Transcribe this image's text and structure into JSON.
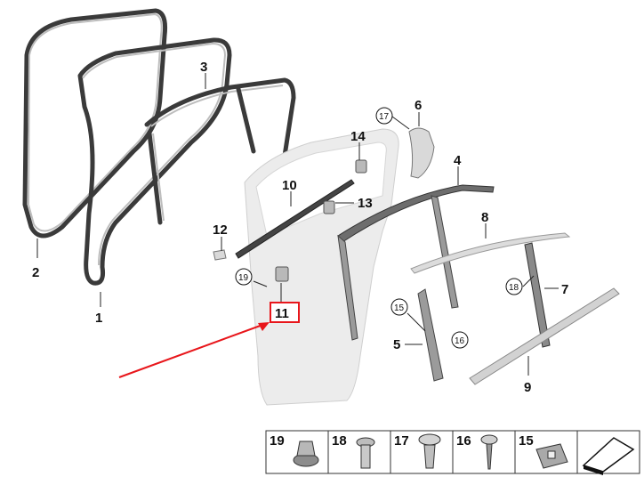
{
  "callouts": {
    "c1": "1",
    "c2": "2",
    "c3": "3",
    "c4": "4",
    "c5": "5",
    "c6": "6",
    "c7": "7",
    "c8": "8",
    "c9": "9",
    "c10": "10",
    "c11": "11",
    "c12": "12",
    "c13": "13",
    "c14": "14",
    "c15": "15",
    "c16": "16",
    "c17": "17",
    "c18": "18",
    "c19": "19"
  },
  "legend": {
    "items": [
      "19",
      "18",
      "17",
      "16",
      "15"
    ]
  },
  "colors": {
    "highlight": "#e8161b",
    "seal": "#3a3a3a",
    "door": "#e9e9e9"
  }
}
